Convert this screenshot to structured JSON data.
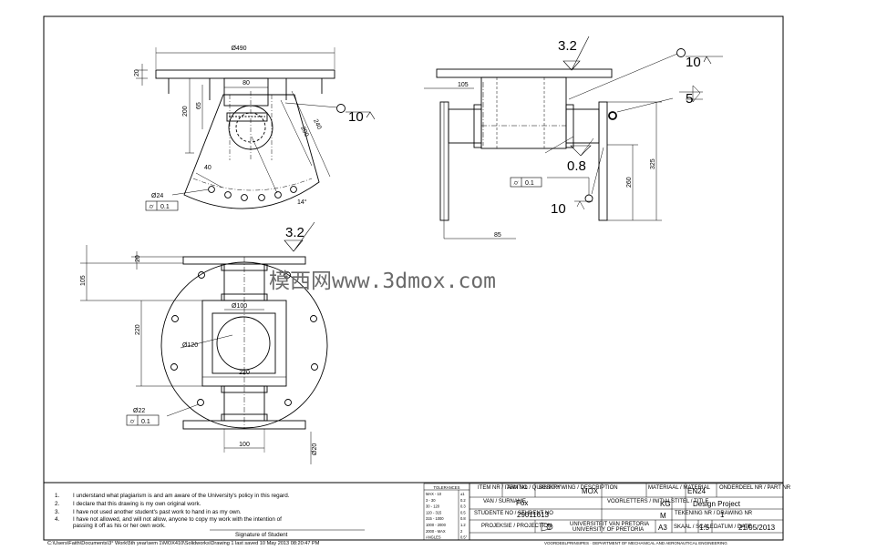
{
  "front_view": {
    "flange_dia": "Ø490",
    "flange_thk": "20",
    "height": "200",
    "boss_width": "80",
    "boss_depth": "65",
    "radius": "240",
    "radius_inner": "200",
    "offset": "40",
    "angle": "14°",
    "hole_dia": "Ø24",
    "flatness": "0.1",
    "roughness": "10"
  },
  "side_view": {
    "roughness_top": "3.2",
    "roughness_right": "10",
    "roughness_bottom": "10",
    "roughness_fine": "0.8",
    "weld_size": "5",
    "shaft_len": "105",
    "base_len": "85",
    "height_1": "325",
    "height_2": "260",
    "flatness": "0.1"
  },
  "bottom_view": {
    "roughness": "3.2",
    "width": "105",
    "flange_thk": "20",
    "box_height": "220",
    "box_width": "220",
    "shaft_dia": "Ø100",
    "bore_dia": "Ø120",
    "hole_dia": "Ø22",
    "flatness": "0.1",
    "foot_width": "100",
    "foot_dia": "Ø20"
  },
  "watermark": "模西网www.3dmox.com",
  "declaration": {
    "n1": "1.",
    "l1": "I understand what plagiarism is and am aware of the University's policy in this regard.",
    "n2": "2.",
    "l2": "I declare that this drawing is my own original work.",
    "n3": "3.",
    "l3": "I have not used another student's past work to hand in as my own.",
    "n4": "4.",
    "l4": "I have not allowed, and will not allow, anyone to copy my work with the intention of",
    "l4b": "passing it off as his or her own work.",
    "signature": "Signature of Student"
  },
  "tolerances": {
    "title": "TOLERANCES",
    "rows": [
      [
        "MAX - 10",
        "±1"
      ],
      [
        "3 - 30",
        "0.2"
      ],
      [
        "30 - 120",
        "0.3"
      ],
      [
        "120 - 315",
        "0.5"
      ],
      [
        "315 - 1000",
        "0.8"
      ],
      [
        "1000 - 2000",
        "1.2"
      ],
      [
        "2000 - MAX",
        "2"
      ],
      [
        "ANGLES",
        "0.5°"
      ]
    ]
  },
  "titleblock": {
    "item_label": "ITEM NR / ITEM NO",
    "qty_label": "AANTAL / QUANTITY",
    "desc_label": "BESKRYWING / DESCRIPTION",
    "desc_value": "MOX",
    "material_label": "MATERIAAL / MATERIAL",
    "material_value": "EN24",
    "part_label": "ONDERDEEL NR / PART NR",
    "name_label": "VAN / SURNAME",
    "name_value": "Fox",
    "initials_label": "VOORLETTERS / INITIALS",
    "mass_unit": "KG",
    "title_label": "TITEL / TITLE",
    "title_value": "Design Project",
    "student_label": "STUDENTE NO / STUDENT NO",
    "student_value": "29011613",
    "scale_label": "SKAAL / SCALE",
    "scale_value": "1:5",
    "drawing_label": "TEKENING NR / DRAWING NR",
    "drawing_value": "1",
    "projection_label": "PROJEKSIE / PROJECTION",
    "units_label": "M",
    "size_label": "A3",
    "uni_af": "UNIVERSITEIT VAN PRETORIA",
    "uni_en": "UNIVERSITY OF PRETORIA",
    "date_label": "DATUM / DATE",
    "date_value": "21/05/2013",
    "footer": "VOORDEELPRINSIPES · DEPARTMENT OF MECHANICAL AND AERONAUTICAL ENGINEERING"
  },
  "filepath": "C:\\Users\\Faith\\Documents\\3° Work\\5th year\\sem 1\\MOX410\\Solidworks\\Drawing 1 last saved 10 May 2013 08:20:47 PM"
}
